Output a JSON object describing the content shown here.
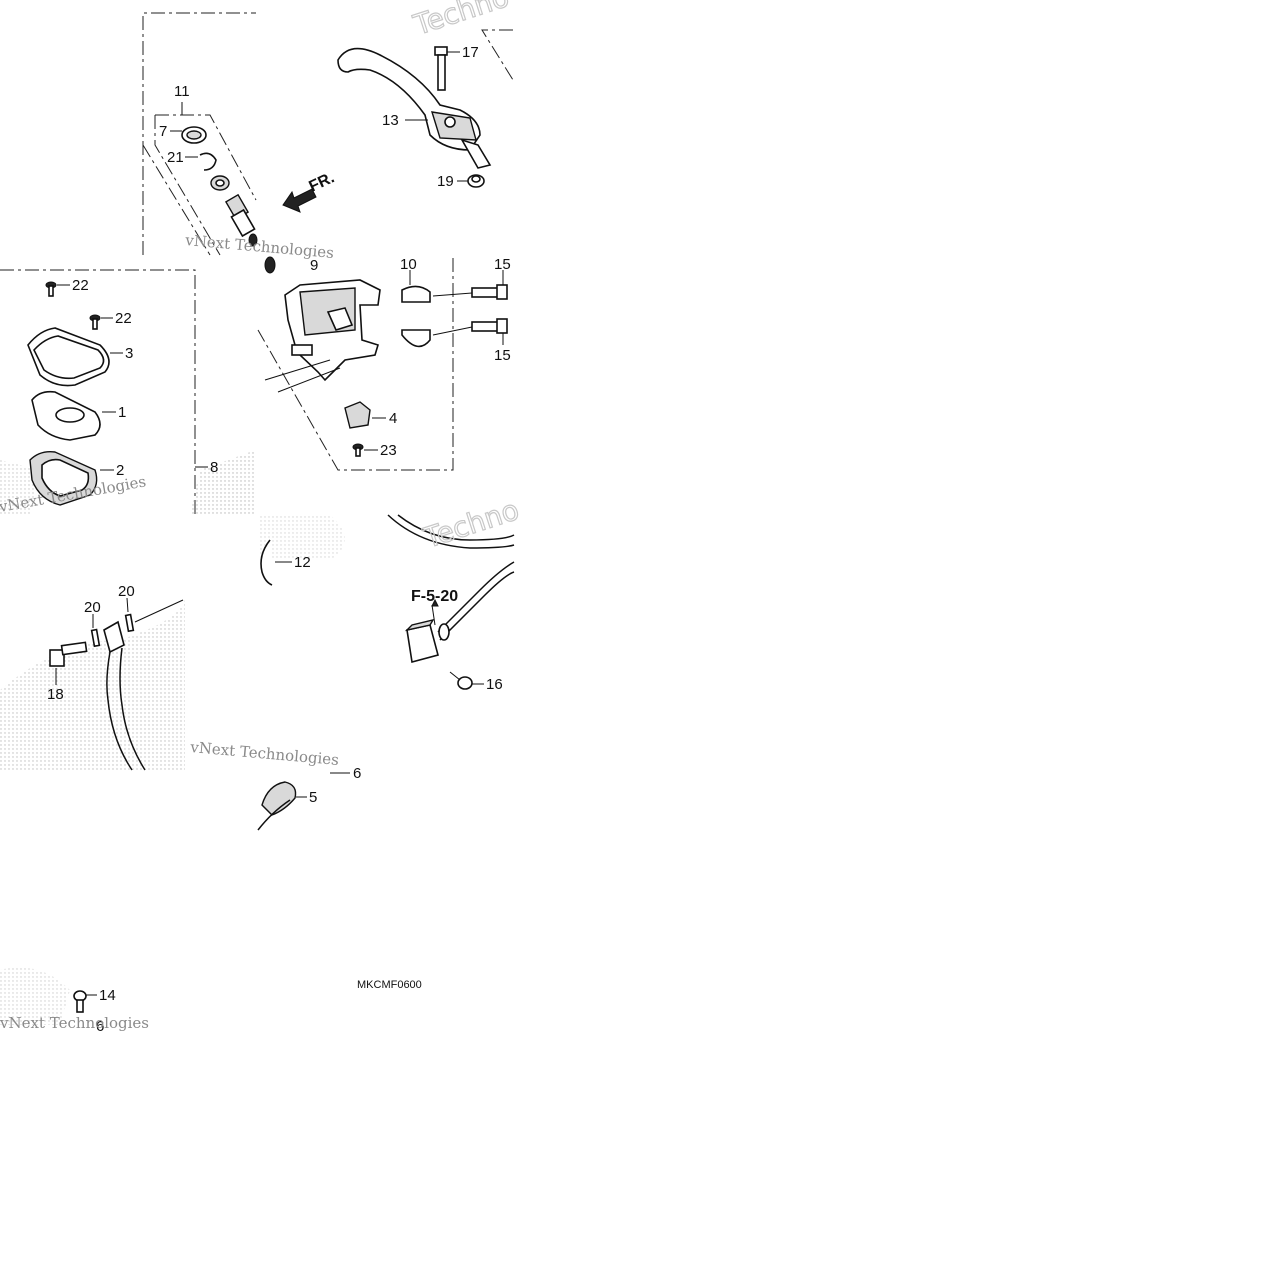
{
  "diagram": {
    "direction_label": "FR.",
    "reference_label": "F-5-20",
    "drawing_code": "MKCMF0600",
    "watermark_text": "vNext Technologies",
    "watermark_short": "Techno",
    "callouts": {
      "c1": "1",
      "c2": "2",
      "c3": "3",
      "c4": "4",
      "c5": "5",
      "c6a": "6",
      "c6b": "6",
      "c7": "7",
      "c8": "8",
      "c9": "9",
      "c10": "10",
      "c11": "11",
      "c12": "12",
      "c13": "13",
      "c14": "14",
      "c15a": "15",
      "c15b": "15",
      "c16": "16",
      "c17": "17",
      "c18": "18",
      "c19": "19",
      "c20a": "20",
      "c20b": "20",
      "c21": "21",
      "c22a": "22",
      "c22b": "22",
      "c23": "23"
    }
  }
}
